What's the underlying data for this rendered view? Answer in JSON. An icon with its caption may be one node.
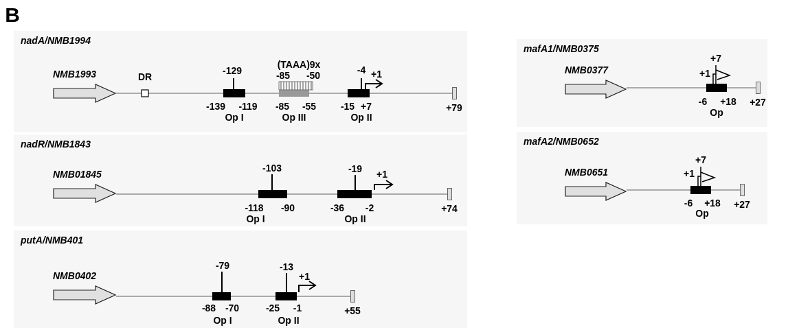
{
  "diagram": {
    "nodes": [
      {
        "text": [
          "nadA/NMB1994"
        ]
      },
      {
        "text": [
          "NMB1993"
        ],
        "in": 0
      },
      {
        "text": [],
        "shape": "bar",
        "in": 0,
        "beside": [
          "+79"
        ]
      },
      {
        "text": [
          "nadR/NMB1843"
        ]
      },
      {
        "text": [
          "NMB01845"
        ],
        "in": 3
      },
      {
        "text": [],
        "shape": "bar",
        "in": 3,
        "beside": [
          "+74"
        ]
      },
      {
        "text": [
          "putA/NMB401"
        ]
      },
      {
        "text": [
          "NMB0402"
        ],
        "in": 6
      },
      {
        "text": [],
        "shape": "bar",
        "in": 6,
        "beside": [
          "+55"
        ]
      },
      {
        "text": [
          "mafA1/NMB0375"
        ]
      },
      {
        "text": [
          "NMB0377"
        ],
        "in": 9
      },
      {
        "text": [],
        "shape": "bar",
        "in": 9,
        "beside": [
          "+27"
        ]
      },
      {
        "text": [
          "mafA2/NMB0652"
        ]
      },
      {
        "text": [
          "NMB0651"
        ],
        "in": 12
      },
      {
        "text": [],
        "shape": "bar",
        "in": 12,
        "beside": [
          "+27"
        ]
      }
    ],
    "edges": [
      {
        "from": 1,
        "to": 2,
        "arrow": "none"
      },
      {
        "from": 4,
        "to": 5,
        "arrow": "none"
      },
      {
        "from": 7,
        "to": 8,
        "arrow": "none"
      },
      {
        "from": 10,
        "to": 11,
        "arrow": "none"
      },
      {
        "from": 13,
        "to": 14,
        "arrow": "none"
      }
    ],
    "labels": [
      "B",
      "DR",
      "-129",
      "(TAAA)9x",
      "-85",
      "-50",
      "-4",
      "+1",
      "-139",
      "-119",
      "-85",
      "-55",
      "-15",
      "+7",
      "Op I",
      "Op III",
      "Op II",
      "-103",
      "-19",
      "+1",
      "-118",
      "-90",
      "-36",
      "-2",
      "Op I",
      "Op II",
      "-79",
      "-13",
      "+1",
      "-88",
      "-70",
      "-25",
      "-1",
      "Op I",
      "Op II",
      "+7",
      "+1",
      "-6",
      "+18",
      "Op",
      "+7",
      "+1",
      "-6",
      "+18",
      "Op"
    ]
  }
}
